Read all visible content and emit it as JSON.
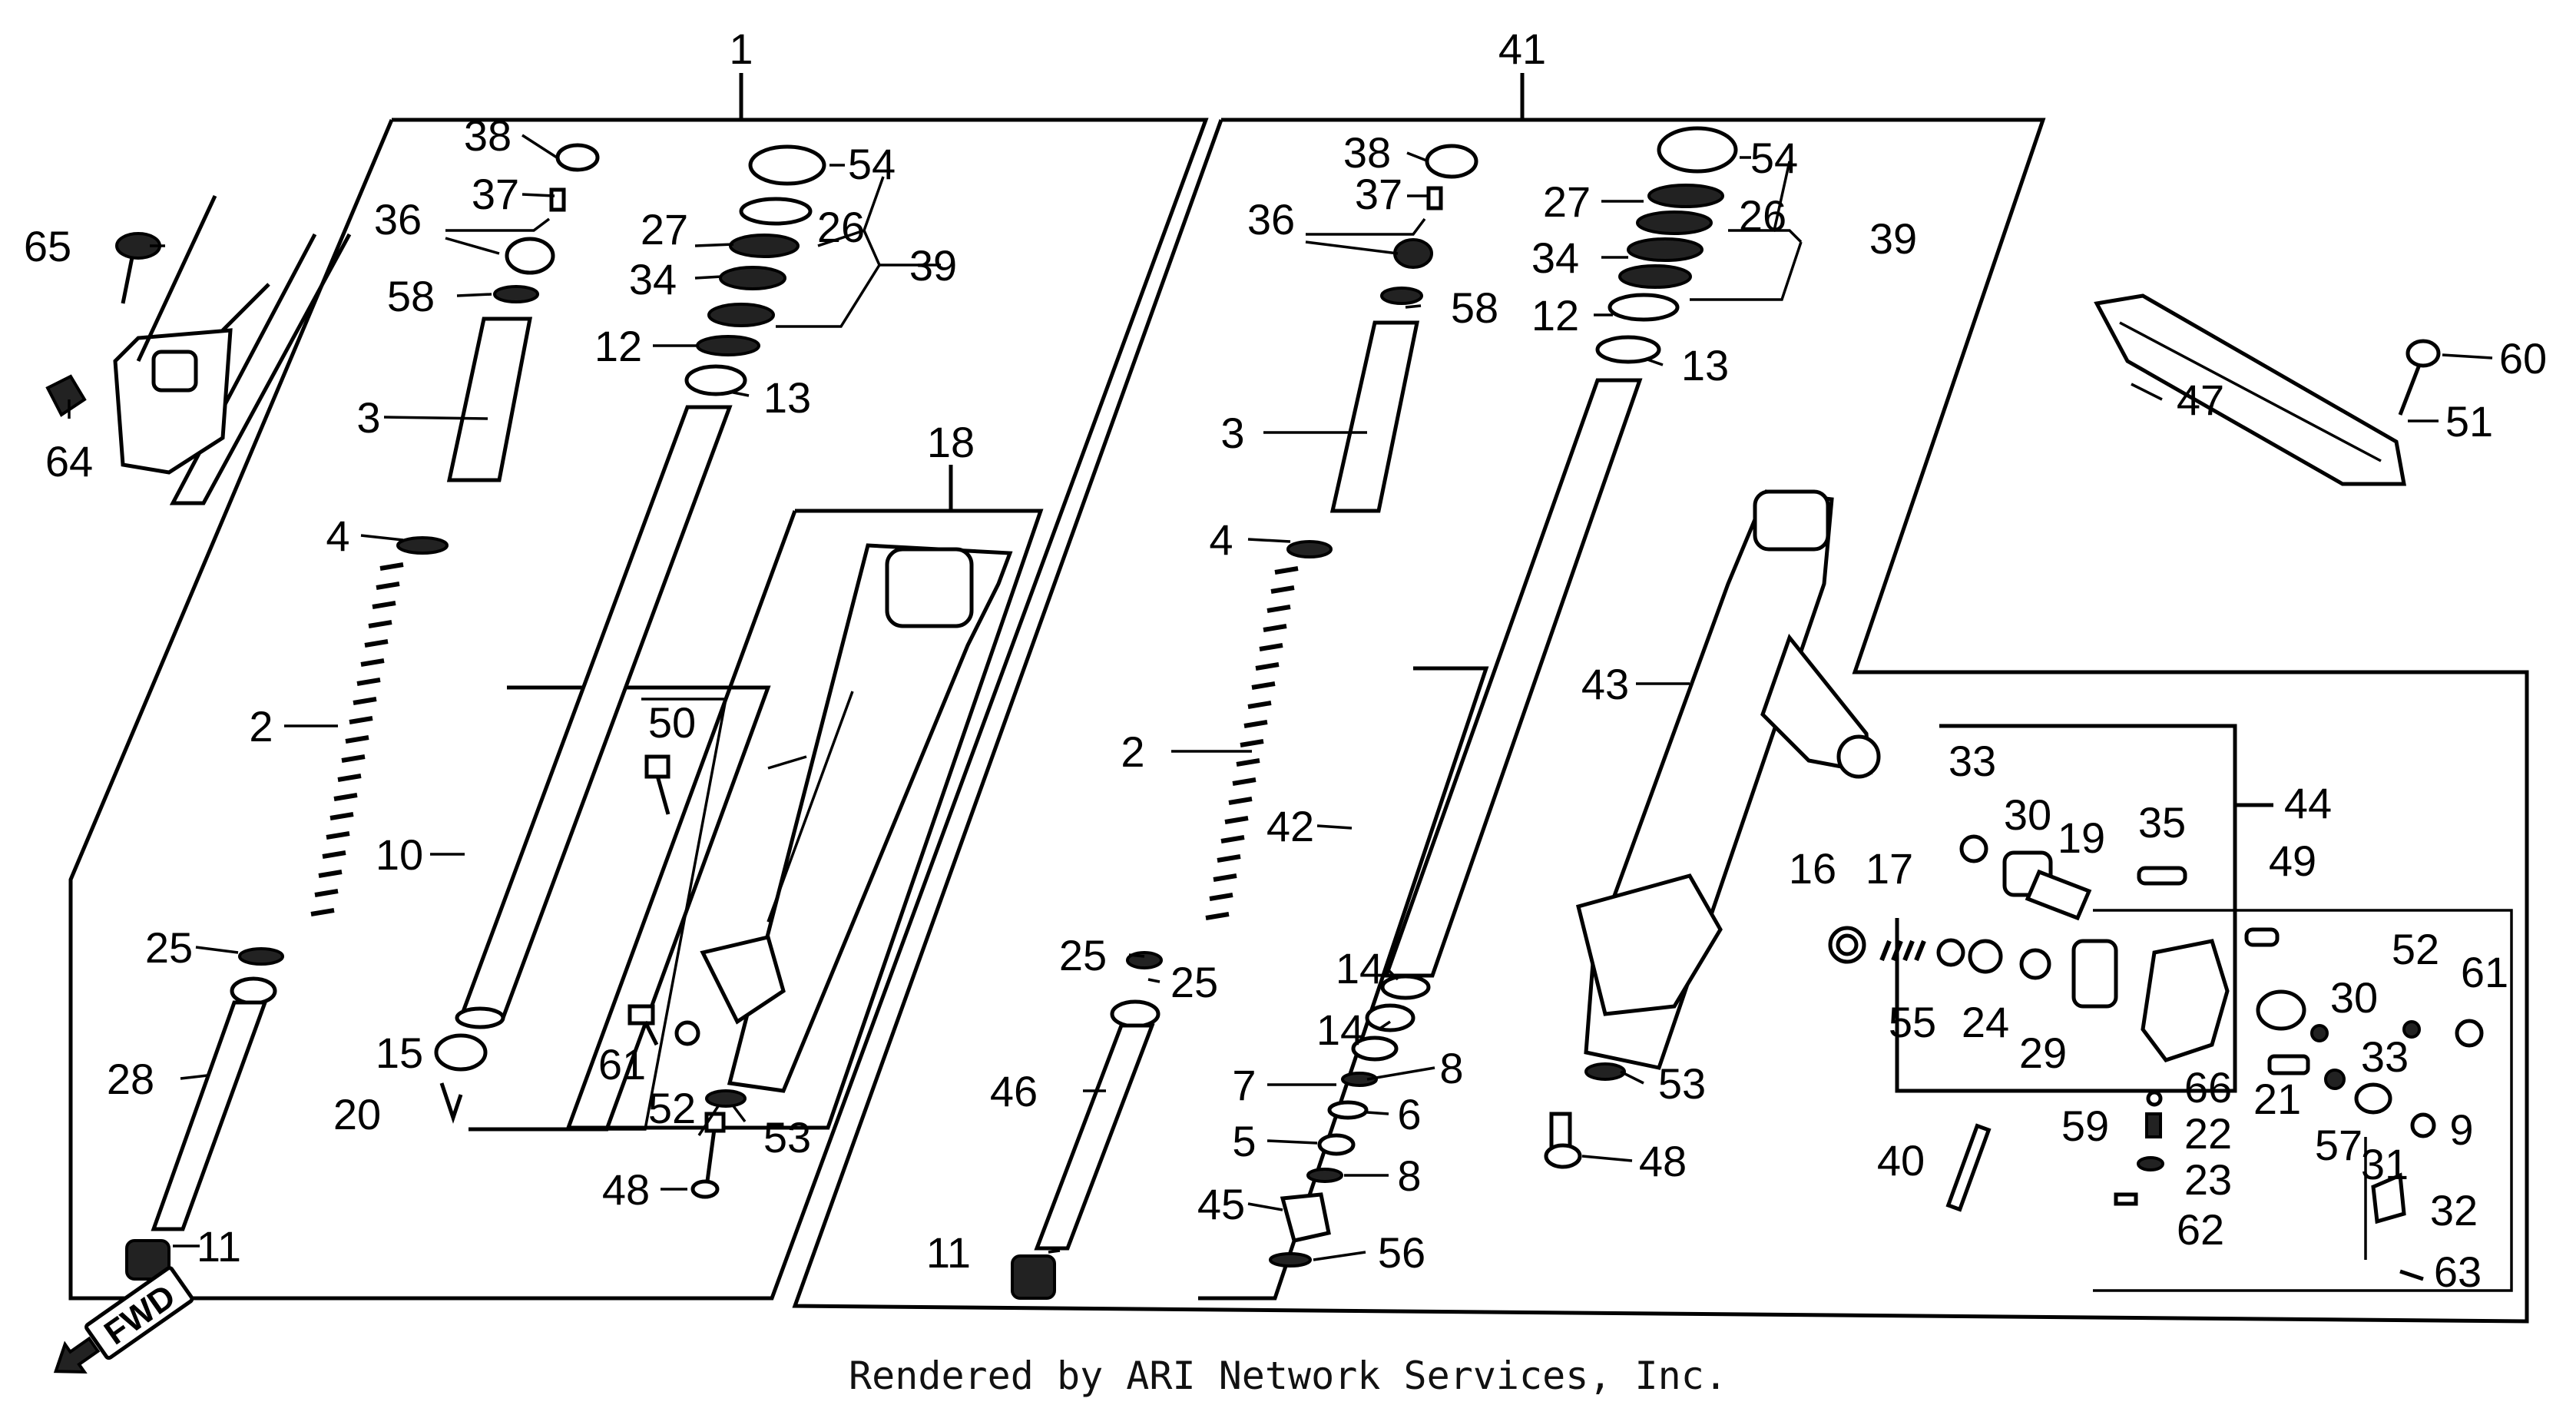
{
  "footer": "Rendered by ARI Network Services, Inc.",
  "direction_label": "FWD",
  "callouts": {
    "c1": "1",
    "c41": "41",
    "c18": "18",
    "c44": "44",
    "L38": "38",
    "L37": "37",
    "L36": "36",
    "L58": "58",
    "L54": "54",
    "L26": "26",
    "L27": "27",
    "L39": "39",
    "L34": "34",
    "L12": "12",
    "L13": "13",
    "L3": "3",
    "L4": "4",
    "L2": "2",
    "L25": "25",
    "L28": "28",
    "L11": "11",
    "L10": "10",
    "L15": "15",
    "L20": "20",
    "L50": "50",
    "L61": "61",
    "L52": "52",
    "L53": "53",
    "L48": "48",
    "L65": "65",
    "L64": "64",
    "R38": "38",
    "R37": "37",
    "R36": "36",
    "R58": "58",
    "R54": "54",
    "R27": "27",
    "R26": "26",
    "R39": "39",
    "R34": "34",
    "R12": "12",
    "R13": "13",
    "R3": "3",
    "R4": "4",
    "R2": "2",
    "R42": "42",
    "R43": "43",
    "R25a": "25",
    "R25b": "25",
    "R14a": "14",
    "R14b": "14",
    "R8a": "8",
    "R7": "7",
    "R6": "6",
    "R5": "5",
    "R8b": "8",
    "R46": "46",
    "R45": "45",
    "R56": "56",
    "R11": "11",
    "R53": "53",
    "R48": "48",
    "R47": "47",
    "R60": "60",
    "R51": "51",
    "S33a": "33",
    "S30a": "30",
    "S19": "19",
    "S35": "35",
    "S16": "16",
    "S17": "17",
    "S49": "49",
    "S55": "55",
    "S24": "24",
    "S29": "29",
    "S59": "59",
    "S52": "52",
    "S61": "61",
    "S30b": "30",
    "S33b": "33",
    "S21": "21",
    "S66": "66",
    "S22": "22",
    "S23": "23",
    "S62": "62",
    "S57": "57",
    "S31": "31",
    "S9": "9",
    "S32": "32",
    "S63": "63",
    "S40": "40"
  }
}
